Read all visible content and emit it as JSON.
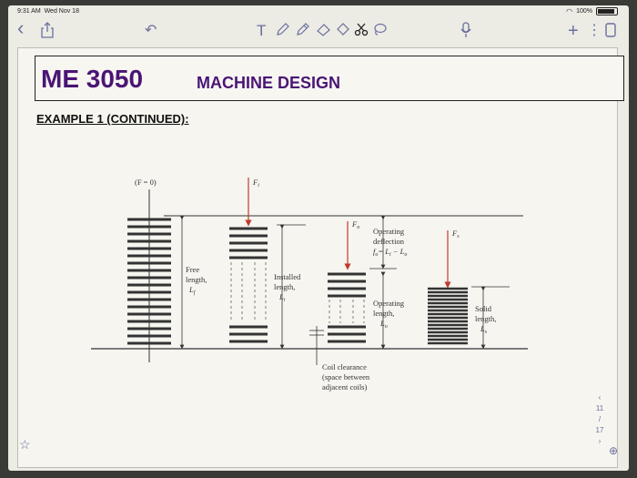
{
  "status_bar": {
    "time": "9:31 AM",
    "date": "Wed Nov 18",
    "battery": "100%"
  },
  "toolbar": {
    "back": "‹",
    "undo": "↶",
    "text_tool": "T",
    "add": "+",
    "more": "⋮"
  },
  "document": {
    "course": "ME 3050",
    "title": "MACHINE DESIGN",
    "subheading": "EXAMPLE 1 (CONTINUED):"
  },
  "figure": {
    "f0_label": "(F = 0)",
    "fi_label": "F",
    "fi_sub": "i",
    "fo_label": "F",
    "fo_sub": "o",
    "fs_label": "F",
    "fs_sub": "s",
    "free_1": "Free",
    "free_2": "length,",
    "free_3": "L",
    "free_3_sub": "f",
    "inst_1": "Installed",
    "inst_2": "length,",
    "inst_3": "L",
    "inst_3_sub": "i",
    "opdef_1": "Operating",
    "opdef_2": "deflection",
    "opdef_3": "f",
    "opdef_3_sub": "o",
    "opdef_eq": "= L",
    "opdef_eq_sub_i": "i",
    "opdef_eq_minus": " − L",
    "opdef_eq_sub_o": "o",
    "oplen_1": "Operating",
    "oplen_2": "length,",
    "oplen_3": "L",
    "oplen_3_sub": "o",
    "solid_1": "Solid",
    "solid_2": "length,",
    "solid_3": "L",
    "solid_3_sub": "s",
    "clear_1": "Coil clearance",
    "clear_2": "(space between",
    "clear_3": "adjacent coils)"
  },
  "page_nav": {
    "current": "11",
    "separator": "/",
    "total": "17"
  },
  "colors": {
    "accent": "#6b6fa0",
    "title": "#4a1575",
    "arrow": "#c0392b"
  }
}
